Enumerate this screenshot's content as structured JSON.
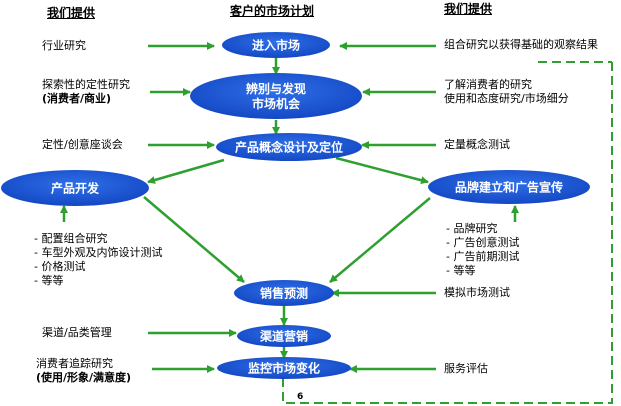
{
  "headers": {
    "left": "我们提供",
    "center": "客户的市场计划",
    "right": "我们提供"
  },
  "nodes": {
    "enter_market": "进入市场",
    "opportunity_line1": "辨别与发现",
    "opportunity_line2": "市场机会",
    "concept_design": "产品概念设计及定位",
    "product_dev": "产品开发",
    "brand_building": "品牌建立和广告宣传",
    "sales_forecast": "销售预测",
    "channel_marketing": "渠道营销",
    "monitor_market": "监控市场变化"
  },
  "left_inputs": {
    "industry_research": "行业研究",
    "exploratory_line1": "探索性的定性研究",
    "exploratory_line2": "(消费者/商业)",
    "focus_group": "定性/创意座谈会",
    "dev_list": [
      "- 配置组合研究",
      "- 车型外观及内饰设计测试",
      "- 价格测试",
      "- 等等"
    ],
    "channel_management": "渠道/品类管理",
    "tracking_line1": "消费者追踪研究",
    "tracking_line2": "(使用/形象/满意度)"
  },
  "right_inputs": {
    "portfolio_research": "组合研究以获得基础的观察结果",
    "understanding_line1": "了解消费者的研究",
    "understanding_line2": "使用和态度研究/市场细分",
    "concept_test": "定量概念测试",
    "brand_list": [
      "- 品牌研究",
      "- 广告创意测试",
      "- 广告前期测试",
      "- 等等"
    ],
    "market_simulation": "模拟市场测试",
    "service_evaluation": "服务评估"
  },
  "page_number": "6",
  "colors": {
    "node_fill": "#1f5bd6",
    "arrow": "#2fa02f",
    "dashed_border": "#2fa02f"
  }
}
